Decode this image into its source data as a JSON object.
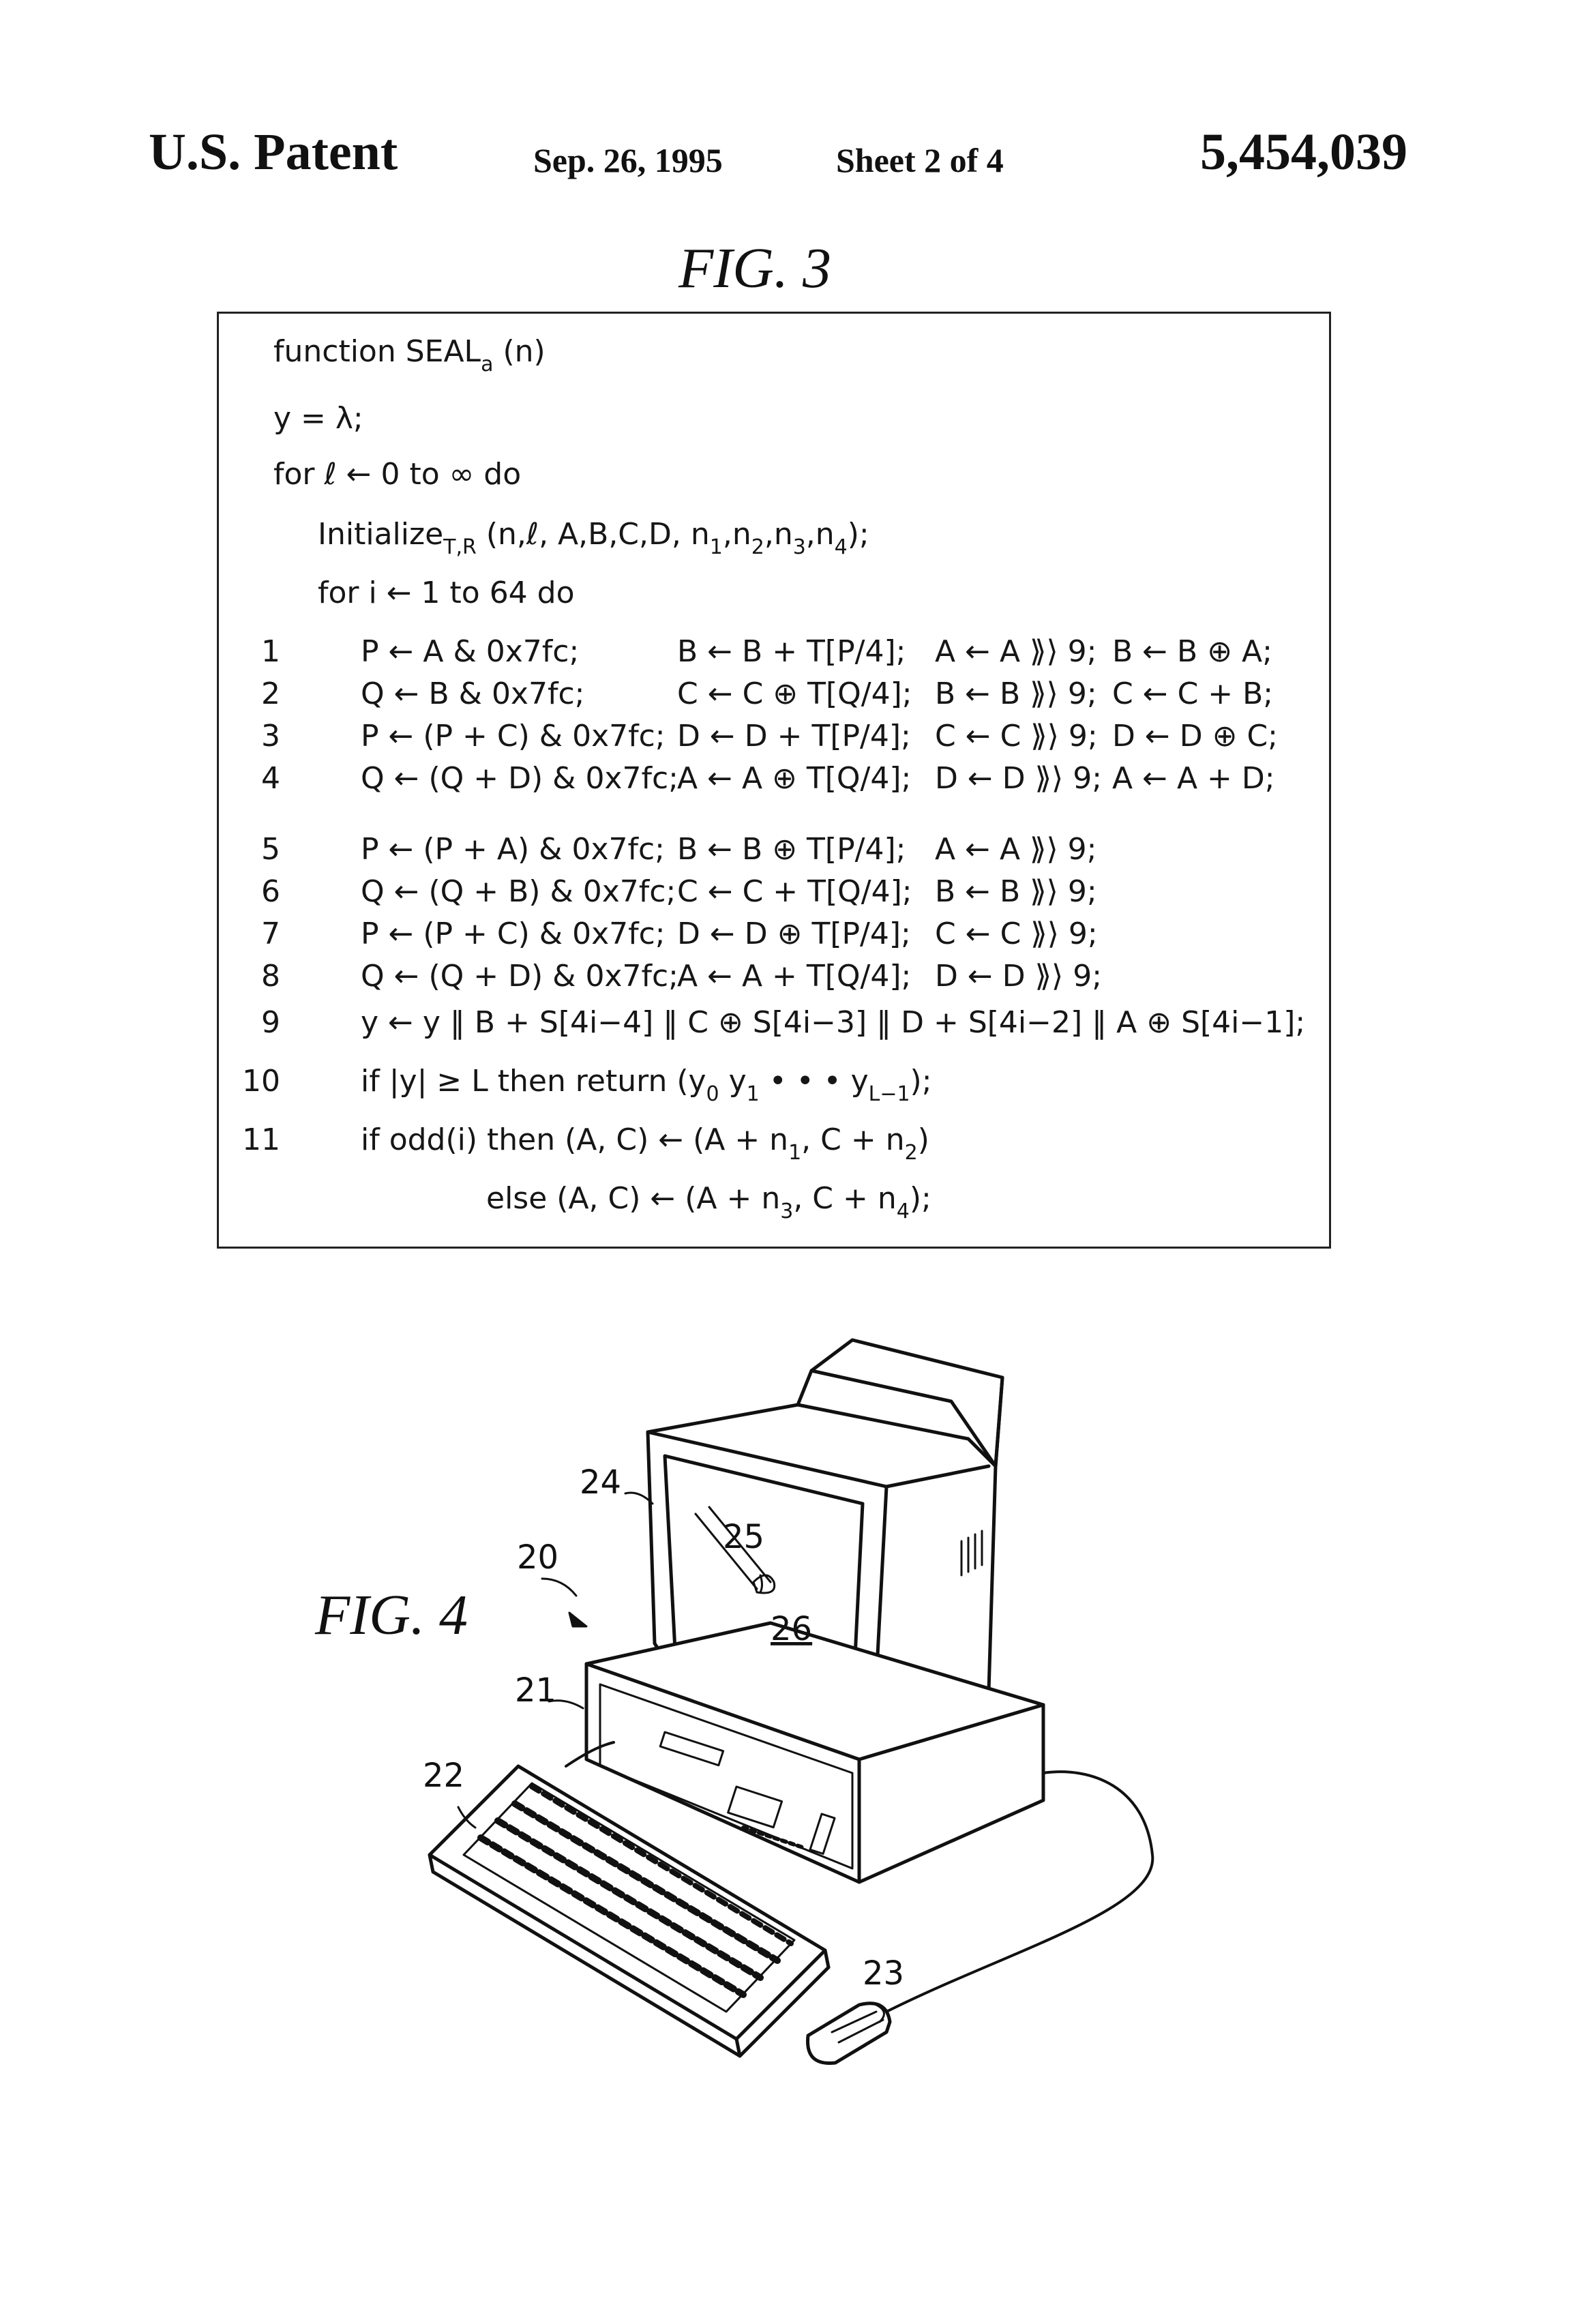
{
  "header": {
    "left": "U.S. Patent",
    "date": "Sep. 26, 1995",
    "sheet": "Sheet 2 of 4",
    "patent_number": "5,454,039"
  },
  "fig3": {
    "label": "FIG.  3",
    "function_pre": "function SEAL",
    "function_sub": "a",
    "function_post": " (n)",
    "y_init": "y = λ;",
    "for_l": "for ℓ ← 0  to ∞ do",
    "init_pre": "Initialize",
    "init_sub": "T,R",
    "init_args_a": " (n,ℓ,  A,B,C,D,  n",
    "init_s1": "1",
    "init_c1": ",n",
    "init_s2": "2",
    "init_c2": ",n",
    "init_s3": "3",
    "init_c3": ",n",
    "init_s4": "4",
    "init_end": ");",
    "for_i": "for  i ← 1  to  64  do",
    "lines": [
      {
        "num": "1",
        "c1": "P ← A  &  0x7fc;",
        "c2": "B ← B  +  T[P/4];",
        "c3": "A ← A ⟫⟩ 9;",
        "c4": "B ← B ⊕ A;"
      },
      {
        "num": "2",
        "c1": "Q ← B  &  0x7fc;",
        "c2": "C ← C ⊕ T[Q/4];",
        "c3": "B ← B ⟫⟩ 9;",
        "c4": "C ← C  +  B;"
      },
      {
        "num": "3",
        "c1": "P ← (P  +  C)  &  0x7fc;",
        "c2": "D ← D  +  T[P/4];",
        "c3": "C ← C ⟫⟩ 9;",
        "c4": "D ← D ⊕ C;"
      },
      {
        "num": "4",
        "c1": "Q ← (Q  +  D)  &  0x7fc;",
        "c2": "A ← A ⊕ T[Q/4];",
        "c3": "D ← D ⟫⟩ 9;",
        "c4": "A ← A  +  D;"
      },
      {
        "num": "5",
        "c1": "P ← (P  +  A)  &  0x7fc;",
        "c2": "B ← B ⊕ T[P/4];",
        "c3": "A ← A ⟫⟩ 9;",
        "c4": ""
      },
      {
        "num": "6",
        "c1": "Q ← (Q  +  B)  &  0x7fc;",
        "c2": "C ← C  +  T[Q/4];",
        "c3": "B ← B ⟫⟩ 9;",
        "c4": ""
      },
      {
        "num": "7",
        "c1": "P ← (P  +  C)  &  0x7fc;",
        "c2": "D ← D ⊕ T[P/4];",
        "c3": "C ← C ⟫⟩ 9;",
        "c4": ""
      },
      {
        "num": "8",
        "c1": "Q ← (Q  +  D)  &  0x7fc;",
        "c2": "A ← A  +  T[Q/4];",
        "c3": "D ← D ⟫⟩ 9;",
        "c4": ""
      }
    ],
    "line9_num": "9",
    "line9": "y ← y  ‖  B  +  S[4i−4]  ‖  C ⊕ S[4i−3]  ‖  D  +  S[4i−2]  ‖  A ⊕ S[4i−1];",
    "line10_num": "10",
    "line10_pre": "if |y| ≥ L  then  return  (y",
    "line10_s0": "0",
    "line10_mid": " y",
    "line10_s1": "1",
    "line10_dots": " • • • y",
    "line10_sL": "L−1",
    "line10_end": ");",
    "line11_num": "11",
    "line11_pre": "if  odd(i)  then  (A,  C) ← (A  +  n",
    "line11_s1": "1",
    "line11_mid": ",  C  +  n",
    "line11_s2": "2",
    "line11_end": ")",
    "else_pre": "else  (A,  C) ← (A  +  n",
    "else_s3": "3",
    "else_mid": ",  C  +  n",
    "else_s4": "4",
    "else_end": ");"
  },
  "fig4": {
    "label": "FIG.  4",
    "refs": {
      "r20": "20",
      "r21": "21",
      "r22": "22",
      "r23": "23",
      "r24": "24",
      "r25": "25",
      "r26": "26"
    }
  }
}
